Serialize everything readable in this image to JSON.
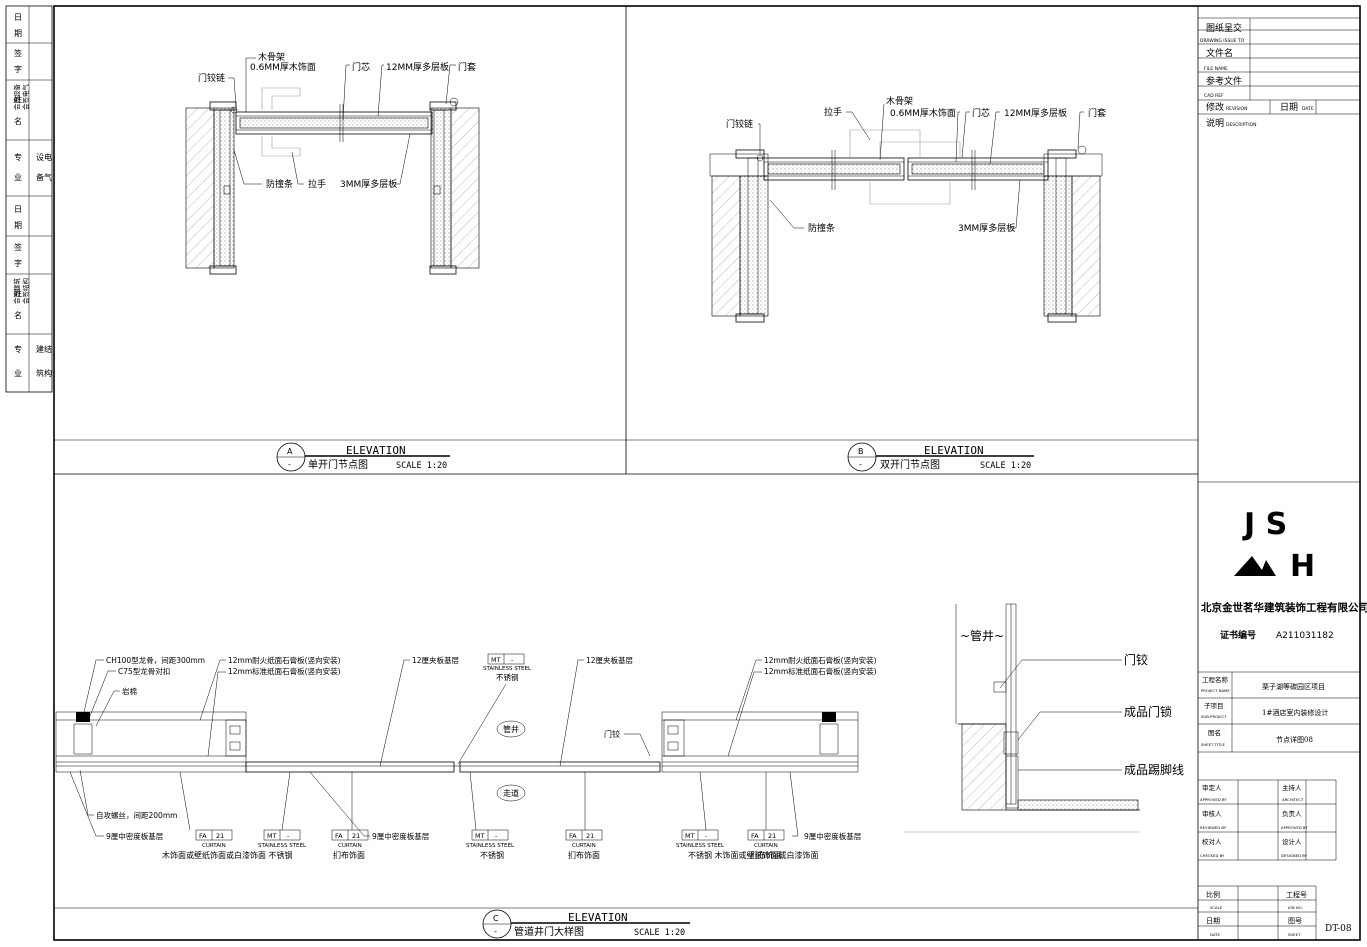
{
  "left_strip": {
    "rows": [
      [
        "日",
        "期"
      ],
      [
        "签",
        "字"
      ],
      [
        "姓",
        "名",
        "会签设备",
        "会签电气"
      ],
      [
        "专",
        "业",
        "设",
        "备",
        "电",
        "气"
      ],
      [
        "日",
        "期"
      ],
      [
        "签",
        "字"
      ],
      [
        "姓",
        "名",
        "会签建筑",
        "会签结构"
      ],
      [
        "专",
        "业",
        "建",
        "筑",
        "结",
        "构"
      ]
    ]
  },
  "drawing_a": {
    "labels": {
      "hinge": "门铰链",
      "frame": "木骨架",
      "veneer": "0.6MM厚木饰面",
      "core": "门芯",
      "ply12": "12MM厚多层板",
      "casing": "门套",
      "bumper": "防撞条",
      "handle": "拉手",
      "ply3": "3MM厚多层板"
    },
    "title": {
      "letter": "A",
      "sub": "-",
      "heading": "ELEVATION",
      "name": "单开门节点图",
      "scale": "SCALE 1:20"
    }
  },
  "drawing_b": {
    "labels": {
      "handle": "拉手",
      "frame": "木骨架",
      "veneer": "0.6MM厚木饰面",
      "core": "门芯",
      "ply12": "12MM厚多层板",
      "casing": "门套",
      "hinge": "门铰链",
      "bumper": "防撞条",
      "ply3": "3MM厚多层板"
    },
    "title": {
      "letter": "B",
      "sub": "-",
      "heading": "ELEVATION",
      "name": "双开门节点图",
      "scale": "SCALE 1:20"
    }
  },
  "drawing_c": {
    "top_labels": {
      "keel": "CH100型龙骨，间距300mm",
      "c75": "C75型龙骨对扣",
      "rockwool": "岩棉",
      "fire_gypsum_l": "12mm耐火纸面石膏板(竖向安装)",
      "std_gypsum_l": "12mm标准纸面石膏板(竖向安装)",
      "plywood_l": "12厘夹板基层",
      "mt_tag": "MT",
      "mt_dash": "-",
      "stainless": "STAINLESS STEEL",
      "stainless_cn": "不锈钢",
      "plywood_r": "12厘夹板基层",
      "fire_gypsum_r": "12mm耐火纸面石膏板(竖向安装)",
      "std_gypsum_r": "12mm标准纸面石膏板(竖向安装)",
      "shaft": "管井",
      "hinge": "门铰",
      "corridor": "走道"
    },
    "bottom_labels": {
      "screw": "自攻螺丝，间距200mm",
      "mdf_l": "9厘中密度板基层",
      "mdf_m": "9厘中密度板基层",
      "mdf_r": "9厘中密度板基层",
      "fa": "FA",
      "fa_num": "21",
      "curtain": "CURTAIN",
      "mt": "MT",
      "mt_dash": "-",
      "stainless": "STAINLESS STEEL",
      "cap_1": "木饰面或壁纸饰面或白漆饰面 不锈钢",
      "cap_2": "扪布饰面",
      "cap_3": "不锈钢",
      "cap_4": "扪布饰面",
      "cap_5": "不锈钢 木饰面或壁纸饰面或白漆饰面",
      "cap_6": "扪布饰面"
    },
    "title": {
      "letter": "C",
      "sub": "-",
      "heading": "ELEVATION",
      "name": "管道井门大样图",
      "scale": "SCALE 1:20"
    }
  },
  "detail_d": {
    "shaft": "~管井~",
    "hinge": "门铰",
    "lock": "成品门锁",
    "skirting": "成品踢脚线"
  },
  "title_block": {
    "rows": [
      {
        "cn": "图纸呈交",
        "en": "DRAWING ISSUE TO"
      },
      {
        "cn": "文件名",
        "en": "FILE NAME"
      },
      {
        "cn": "参考文件",
        "en": "CAD REF"
      },
      {
        "cn": "修改",
        "en": "REVISION",
        "date_cn": "日期",
        "date_en": "DATE"
      }
    ],
    "desc_cn": "说明",
    "desc_en": "DESCRIPTION",
    "logo_top": "J  S",
    "logo_bottom": "H",
    "company": "北京金世茗华建筑装饰工程有限公司",
    "cert_label": "证书编号",
    "cert_no": "A211031182",
    "project": [
      {
        "cn": "工程名称",
        "en": "PROJECT NAME",
        "value": "栗子湖等碳园区项目"
      },
      {
        "cn": "子项目",
        "en": "SUB-PROJECT",
        "value": "1#酒店室内装修设计"
      },
      {
        "cn": "图名",
        "en": "SHEET TITLE",
        "value": "节点详图08"
      }
    ],
    "signers": [
      {
        "cn": "审定人",
        "en": "APPROVED BY",
        "cn2": "主持人",
        "en2": "ARCHITECT"
      },
      {
        "cn": "审核人",
        "en": "REVIEWED BY",
        "cn2": "负责人",
        "en2": "APPROVED BY"
      },
      {
        "cn": "校对人",
        "en": "CHECKED BY",
        "cn2": "设计人",
        "en2": "DESIGNED BY"
      }
    ],
    "bottom": [
      {
        "cn": "比例",
        "en": "SCALE",
        "cn2": "工程号",
        "en2": "JOB NO."
      },
      {
        "cn": "日期",
        "en": "DATE",
        "cn2": "图号",
        "en2": "SHEET"
      }
    ],
    "sheet_no": "DT-08"
  }
}
